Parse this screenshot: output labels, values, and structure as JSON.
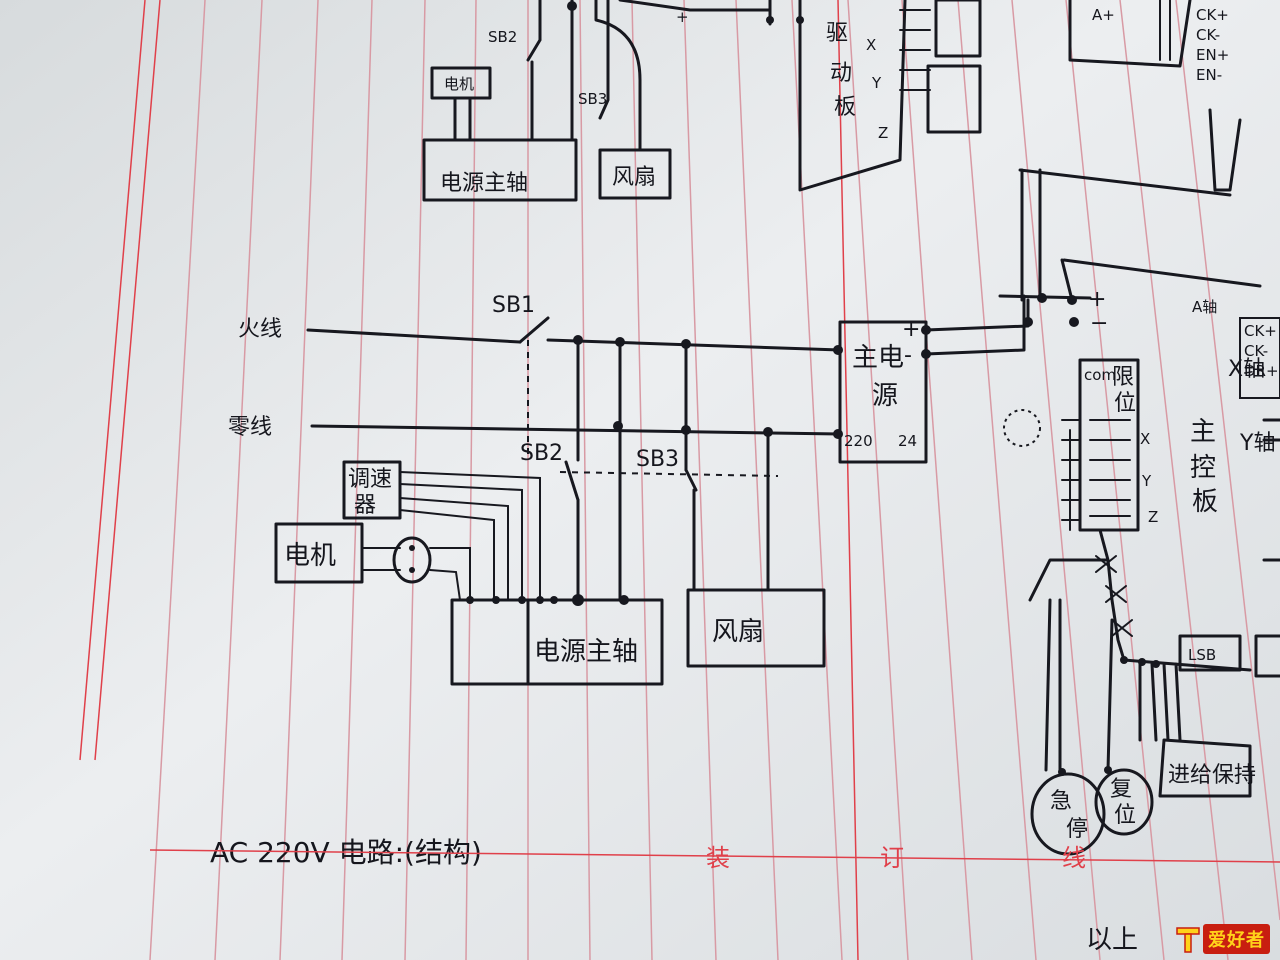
{
  "colors": {
    "paper": "#e9ecee",
    "ink": "#17181f",
    "ruled_line": "#d89aa4",
    "margin_line": "#e0404a"
  },
  "diagram": {
    "live_wire": "火线",
    "neutral_wire": "零线",
    "switches": {
      "sb1": "SB1",
      "sb2": "SB2",
      "sb3": "SB3"
    },
    "power_supply": {
      "title": "主电源",
      "input_label": "220",
      "output_label": "24",
      "plus": "+",
      "minus": "-"
    },
    "spindle_box": "电源主轴",
    "fan": "风扇",
    "motor": "电机",
    "regulator": "调速器",
    "main_board": {
      "title": "主控板",
      "com": "com",
      "limit": "限位",
      "limit_x": "X",
      "limit_y": "Y",
      "limit_z": "Z",
      "x_axis": "X轴",
      "y_axis": "Y轴",
      "a_axis": "A轴",
      "pins": [
        "CK+",
        "CK-",
        "DR+"
      ]
    },
    "bottom_right_buttons": {
      "estop": "急停",
      "reset": "复位",
      "pause": "进给保持",
      "limit_switch_tag": "LSB"
    },
    "top_section": {
      "sb2": "SB2",
      "sb3": "SB3",
      "motor": "电机",
      "spindle": "电源主轴",
      "fan": "风扇",
      "driver_board": "驱动板",
      "x": "X",
      "y": "Y",
      "z": "Z",
      "plus": "+",
      "driver_pins": [
        "A+",
        "CK+",
        "CK-",
        "EN+",
        "EN-"
      ]
    },
    "footnote": "AC 220V 电路:(结构)",
    "bottom_fragment": "以上",
    "margin_marks": [
      "装",
      "订",
      "线"
    ]
  },
  "watermark": {
    "text": "爱好者",
    "icon": "wood-tool-icon"
  }
}
